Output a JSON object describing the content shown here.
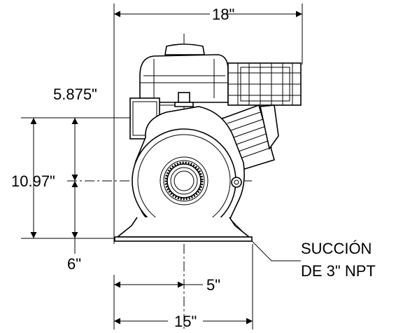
{
  "dimensions": {
    "width_top": "18\"",
    "offset_upper": "5.875\"",
    "height_total": "10.97\"",
    "offset_lower": "6\"",
    "width_mid": "5\"",
    "width_bottom": "15\""
  },
  "callout": {
    "line1": "SUCCIÓN",
    "line2": "DE 3\" NPT"
  }
}
